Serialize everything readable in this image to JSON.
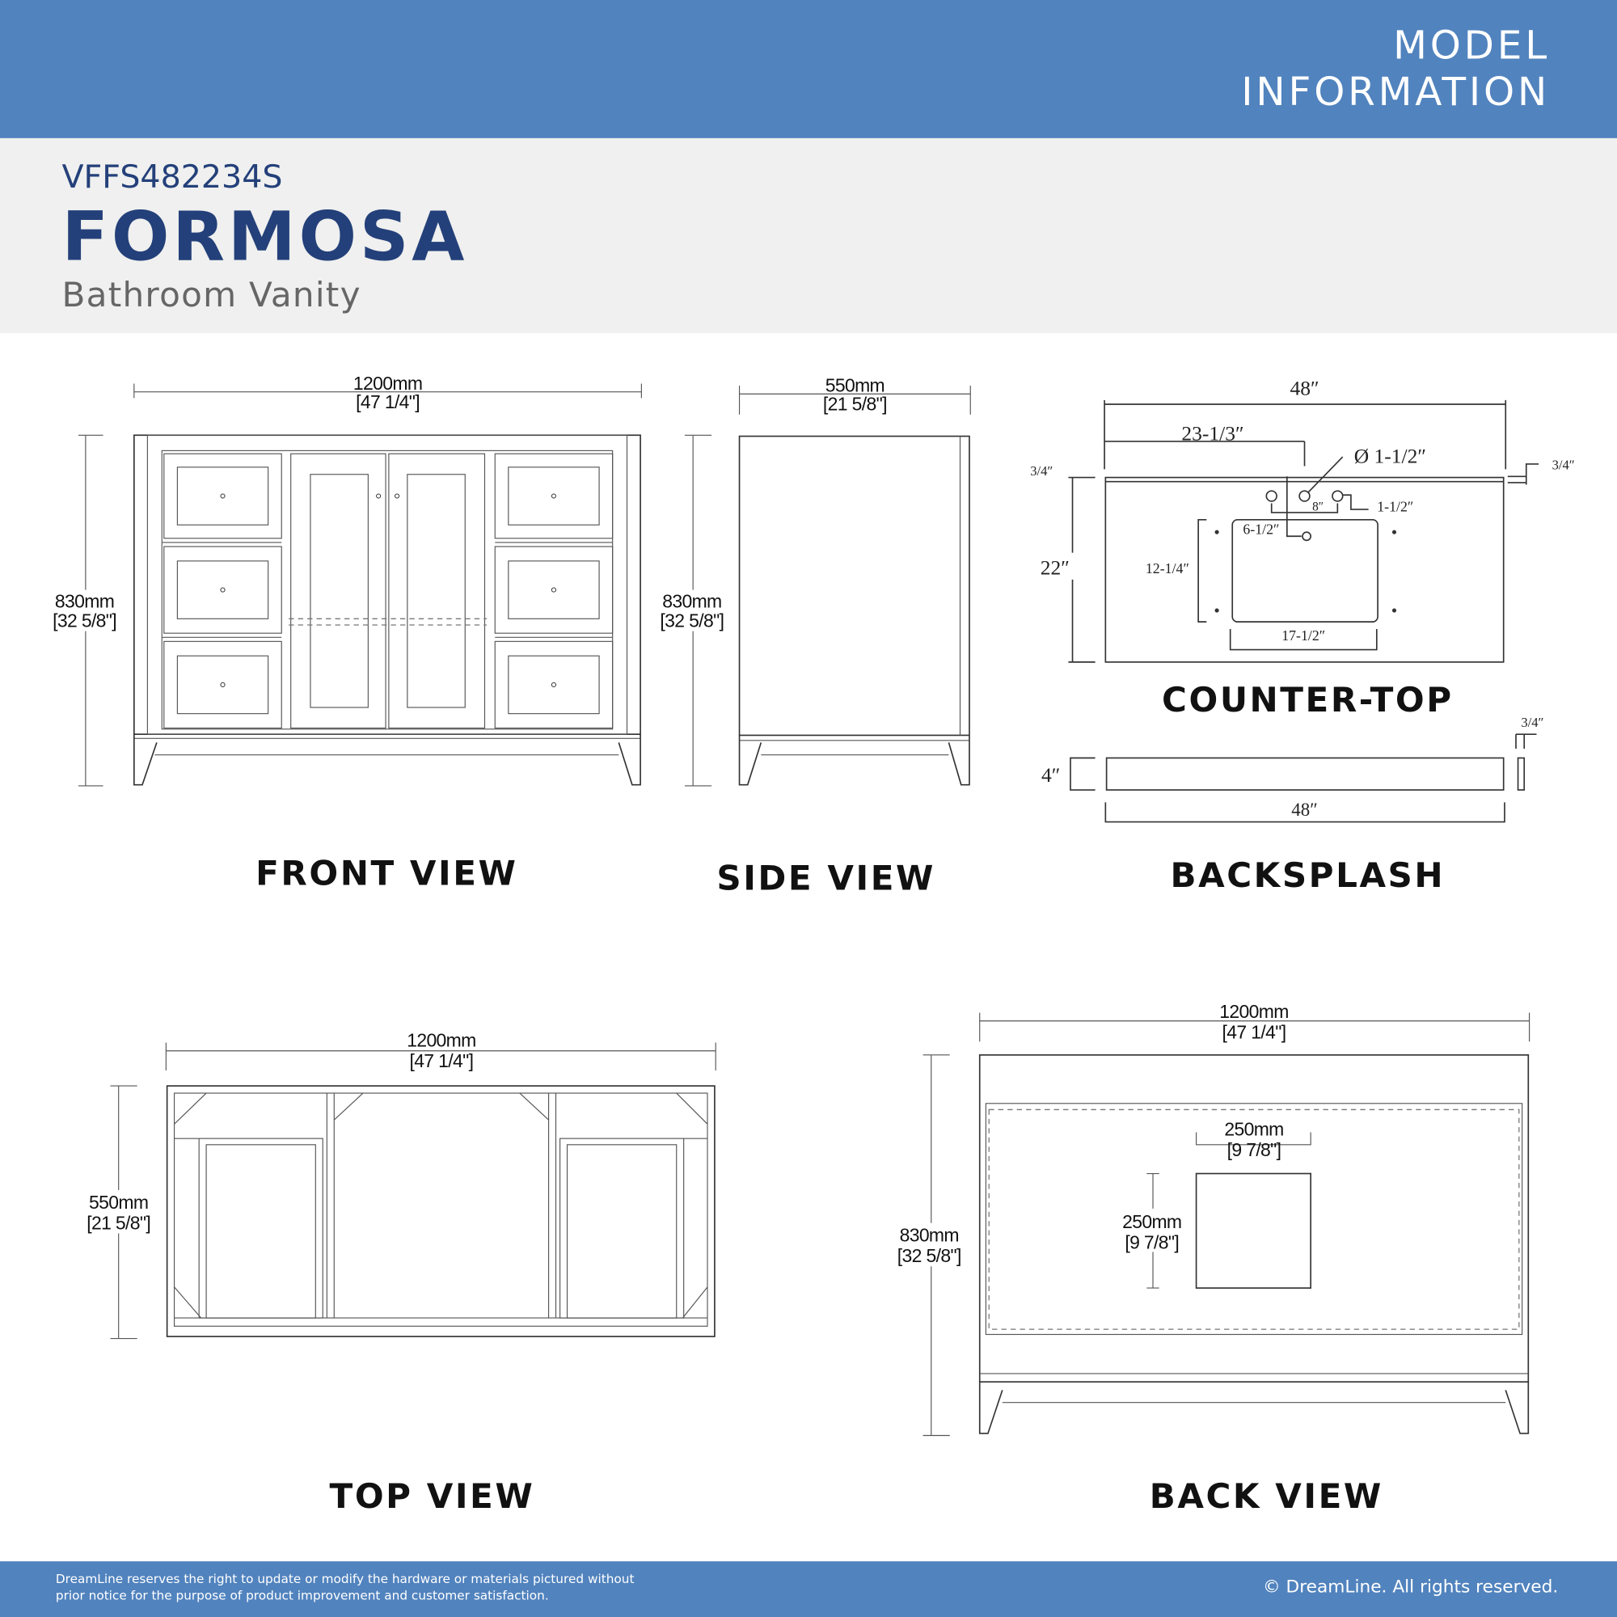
{
  "header": {
    "title_line1": "MODEL",
    "title_line2": "INFORMATION"
  },
  "product": {
    "model_number": "VFFS482234S",
    "name": "FORMOSA",
    "category": "Bathroom Vanity"
  },
  "front_view": {
    "label": "FRONT VIEW",
    "width_mm": "1200mm",
    "width_in": "[47 1/4\"]",
    "height_mm": "830mm",
    "height_in": "[32 5/8\"]"
  },
  "side_view": {
    "label": "SIDE VIEW",
    "depth_mm": "550mm",
    "depth_in": "[21 5/8\"]",
    "height_mm": "830mm",
    "height_in": "[32 5/8\"]"
  },
  "counter_top": {
    "label": "COUNTER-TOP",
    "width": "48″",
    "sink_offset": "23-1/3″",
    "hole_diameter": "Ø 1-1/2″",
    "edge_left": "3/4″",
    "edge_right": "3/4″",
    "depth": "22″",
    "hole_spacing": "8″",
    "hole_offset": "1-1/2″",
    "drain_offset": "6-1/2″",
    "sink_depth": "12-1/4″",
    "sink_width": "17-1/2″"
  },
  "backsplash": {
    "label": "BACKSPLASH",
    "height": "4″",
    "width": "48″",
    "thickness": "3/4″"
  },
  "top_view": {
    "label": "TOP VIEW",
    "width_mm": "1200mm",
    "width_in": "[47 1/4\"]",
    "depth_mm": "550mm",
    "depth_in": "[21 5/8\"]"
  },
  "back_view": {
    "label": "BACK VIEW",
    "width_mm": "1200mm",
    "width_in": "[47 1/4\"]",
    "height_mm": "830mm",
    "height_in": "[32 5/8\"]",
    "cutout_w_mm": "250mm",
    "cutout_w_in": "[9 7/8\"]",
    "cutout_h_mm": "250mm",
    "cutout_h_in": "[9 7/8\"]"
  },
  "footer": {
    "disclaimer_line1": "DreamLine reserves the right to update or modify the hardware or materials pictured without",
    "disclaimer_line2": "prior notice for the purpose of product improvement and customer satisfaction.",
    "copyright": "© DreamLine. All rights reserved."
  },
  "colors": {
    "brand_blue": "#5183BE",
    "title_navy": "#24407A",
    "band_grey": "#EFF0EF"
  }
}
